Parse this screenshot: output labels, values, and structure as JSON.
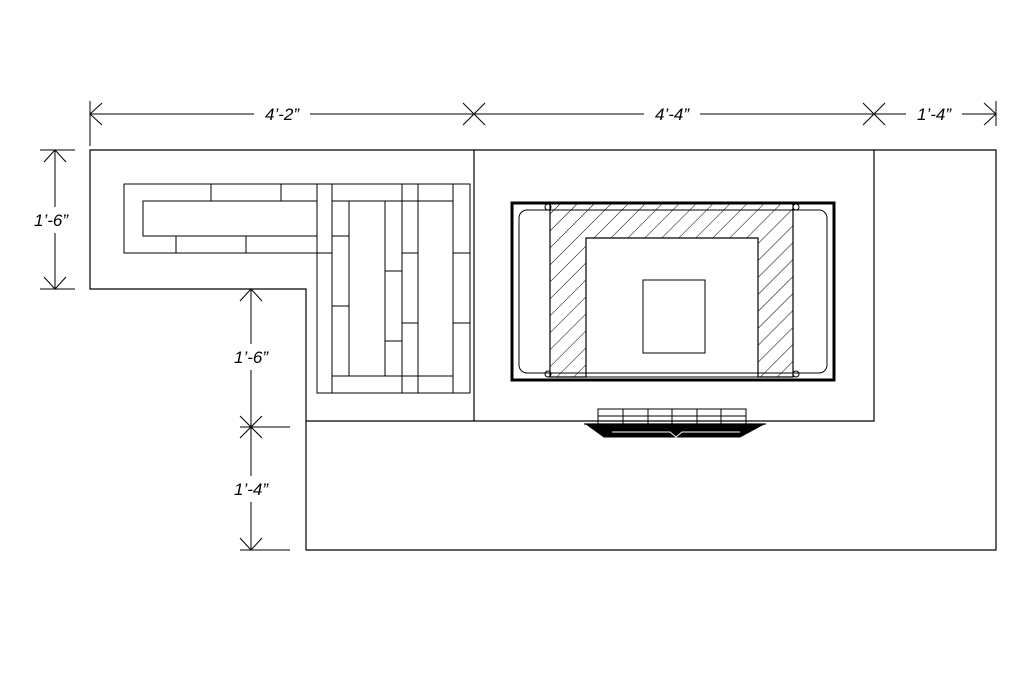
{
  "dimensions": {
    "top_left": "4’-2”",
    "top_middle": "4’-4”",
    "top_right": "1’-4”",
    "left_upper": "1’-6”",
    "left_middle": "1’-6”",
    "left_lower": "1’-4”"
  },
  "colors": {
    "line": "#000000",
    "background": "#ffffff"
  }
}
